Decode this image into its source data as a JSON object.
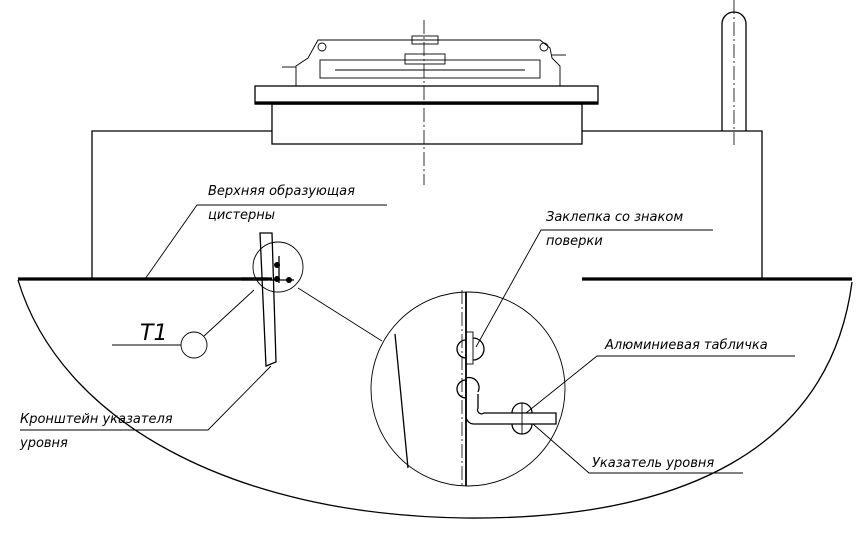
{
  "labels": {
    "top_generatrix_line1": "Верхняя образующая",
    "top_generatrix_line2": "цистерны",
    "rivet_line1": "Заклепка со знаком",
    "rivet_line2": "поверки",
    "aluminum_plate": "Алюминиевая табличка",
    "t1": "T1",
    "bracket_line1": "Кронштейн указателя",
    "bracket_line2": "уровня",
    "level_indicator": "Указатель уровня"
  }
}
